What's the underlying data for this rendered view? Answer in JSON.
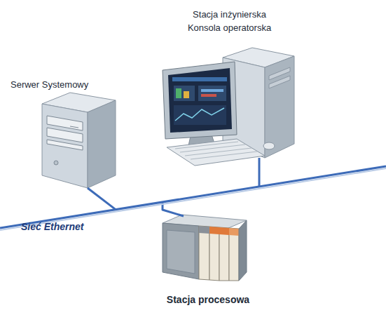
{
  "diagram": {
    "nodes": [
      {
        "text": [
          "Serwer Systemowy"
        ]
      },
      {
        "text": [
          "Stacja inżynierska",
          "Konsola operatorska"
        ]
      },
      {
        "text": [
          "Sieć Ethernet"
        ]
      },
      {
        "text": [
          "Stacja procesowa"
        ]
      }
    ],
    "edges": [
      {
        "from": 0,
        "to": 2,
        "arrow": "none"
      },
      {
        "from": 1,
        "to": 2,
        "arrow": "none"
      },
      {
        "from": 3,
        "to": 2,
        "arrow": "none"
      }
    ]
  }
}
